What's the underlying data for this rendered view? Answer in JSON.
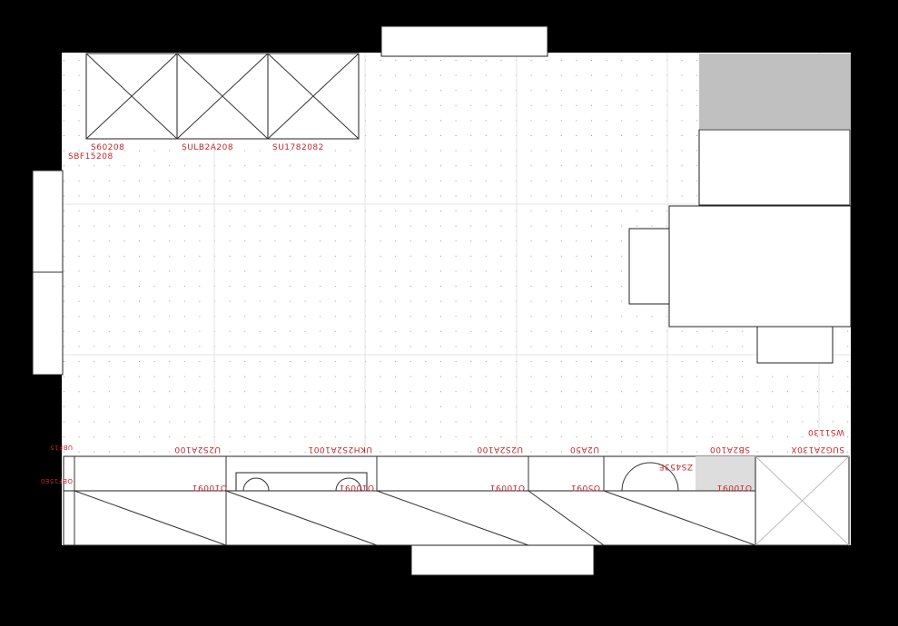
{
  "upper_cabinets": [
    "S60208",
    "SULB2A208",
    "SU1782082"
  ],
  "upper_extra": "SBF15208",
  "base_top_labels": [
    "U2S2A100",
    "UKH2S2A1001",
    "U2S2A100",
    "U2A50",
    "SB2A100",
    "SUG2A130X"
  ],
  "base_front_labels": [
    "O10091",
    "O10091",
    "O10091",
    "O5091",
    "O10091"
  ],
  "sink_label": "ZS453E",
  "wall_label": "WS1130",
  "side_labels": [
    "UBF15",
    "OBF15E0"
  ],
  "colors": {
    "label": "#c0282d",
    "grey_area": "#c0c0c0"
  }
}
